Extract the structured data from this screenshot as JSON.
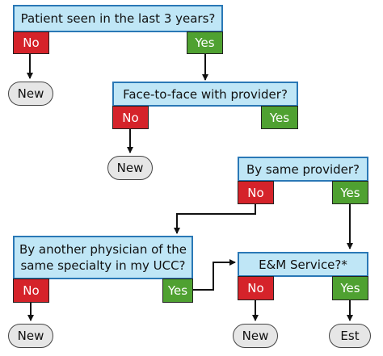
{
  "flowchart": {
    "q1": {
      "text": "Patient seen in the last 3 years?",
      "no": "No",
      "yes": "Yes",
      "no_result": "New"
    },
    "q2": {
      "text": "Face-to-face with provider?",
      "no": "No",
      "yes": "Yes",
      "no_result": "New"
    },
    "q3": {
      "text": "By same provider?",
      "no": "No",
      "yes": "Yes"
    },
    "q4": {
      "line1": "By another physician of the",
      "line2": "same specialty in my UCC?",
      "no": "No",
      "yes": "Yes",
      "no_result": "New"
    },
    "q5": {
      "text": "E&M Service?*",
      "no": "No",
      "yes": "Yes",
      "no_result": "New",
      "yes_result": "Est"
    }
  },
  "colors": {
    "question_fill": "#bfe6f6",
    "question_border": "#2a78b6",
    "no_fill": "#d5232a",
    "yes_fill": "#4fa131",
    "terminal_fill": "#e6e6e6"
  }
}
